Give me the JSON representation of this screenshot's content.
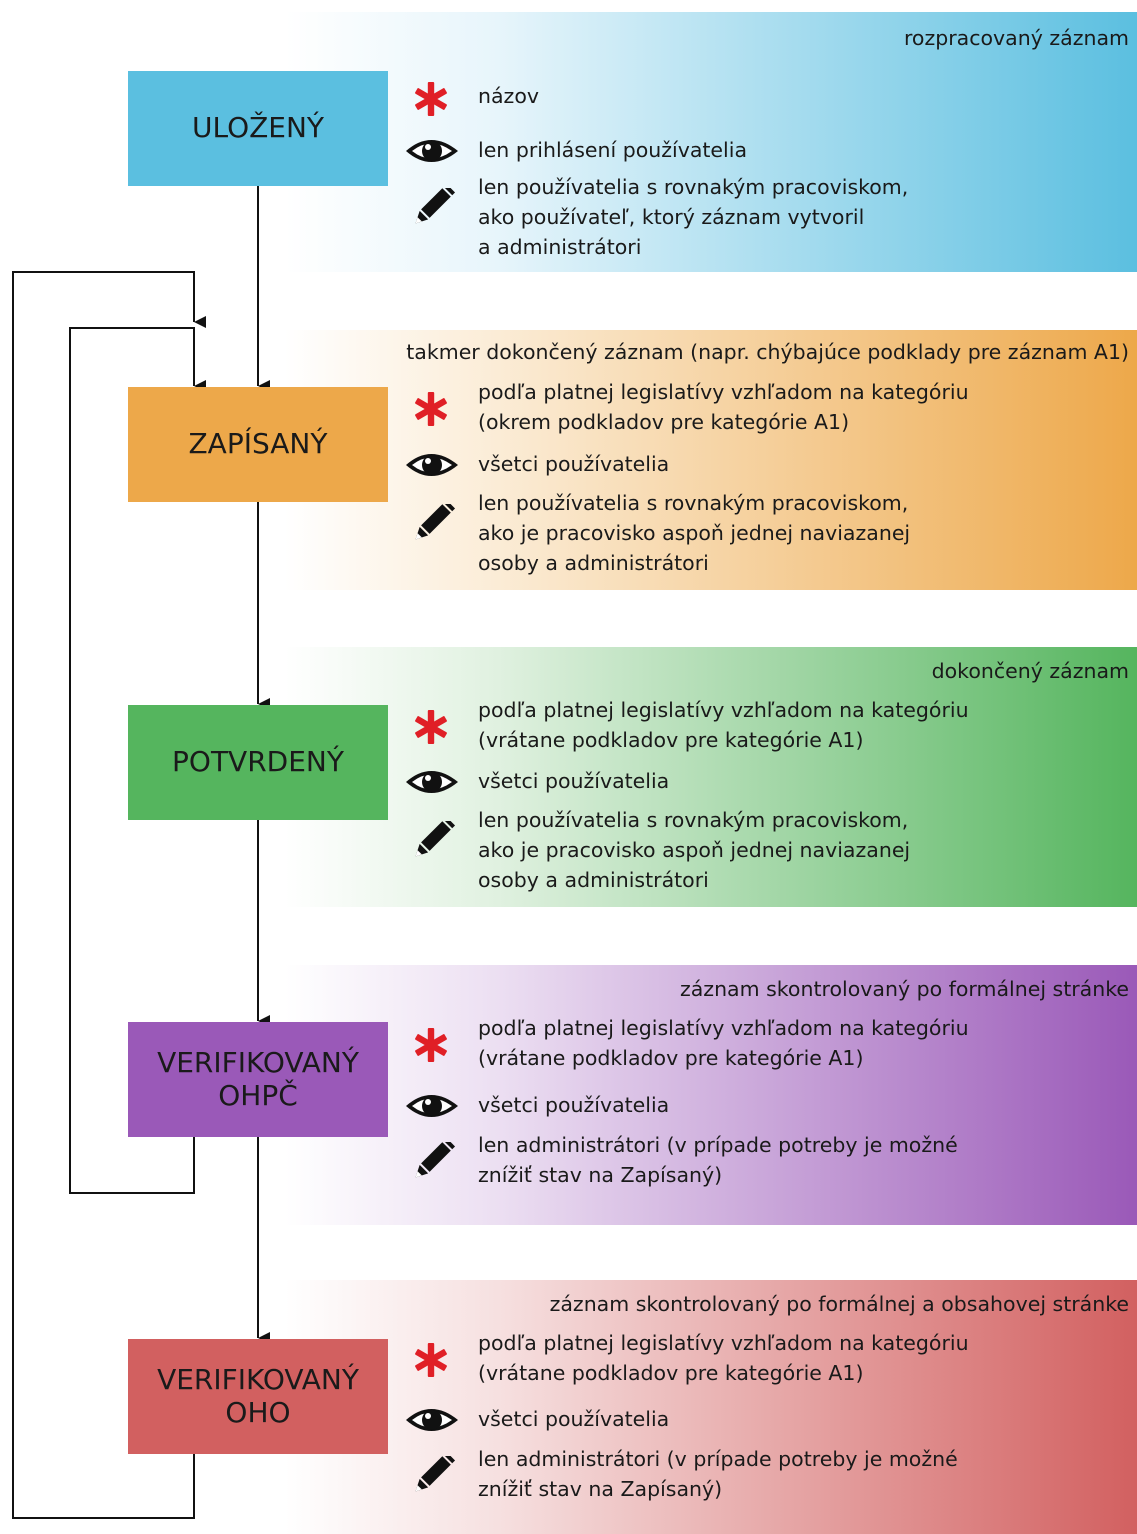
{
  "colors": {
    "ulozeny": "#5bbfe0",
    "zapisany": "#eda84a",
    "potvrdeny": "#55b55e",
    "verifikovany_ohpc": "#9a59b8",
    "verifikovany_oho": "#d26060",
    "asterisk": "#e01f26",
    "line": "#111111"
  },
  "states": [
    {
      "id": "ulozeny",
      "label": "ULOŽENÝ",
      "note": "rozpracovaný záznam",
      "required": "názov",
      "visibility": "len prihlásení používatelia",
      "editing": "len používatelia s rovnakým pracoviskom,\nako používateľ, ktorý záznam vytvoril\na administrátori"
    },
    {
      "id": "zapisany",
      "label": "ZAPÍSANÝ",
      "note": "takmer dokončený záznam (napr. chýbajúce podklady pre záznam A1)",
      "required": "podľa platnej legislatívy vzhľadom na kategóriu\n(okrem podkladov pre kategórie A1)",
      "visibility": "všetci používatelia",
      "editing": "len používatelia s rovnakým pracoviskom,\nako je pracovisko aspoň jednej naviazanej\nosoby a administrátori"
    },
    {
      "id": "potvrdeny",
      "label": "POTVRDENÝ",
      "note": "dokončený záznam",
      "required": "podľa platnej legislatívy vzhľadom na kategóriu\n(vrátane podkladov pre kategórie A1)",
      "visibility": "všetci používatelia",
      "editing": "len používatelia s rovnakým pracoviskom,\nako je pracovisko aspoň jednej naviazanej\nosoby a administrátori"
    },
    {
      "id": "verifikovany_ohpc",
      "label": "VERIFIKOVANÝ\nOHPČ",
      "note": "záznam skontrolovaný po formálnej stránke",
      "required": "podľa platnej legislatívy vzhľadom na kategóriu\n(vrátane podkladov pre kategórie A1)",
      "visibility": "všetci používatelia",
      "editing": "len administrátori (v prípade potreby je možné\nznížiť stav na Zapísaný)"
    },
    {
      "id": "verifikovany_oho",
      "label": "VERIFIKOVANÝ\nOHO",
      "note": "záznam skontrolovaný po formálnej a obsahovej stránke",
      "required": "podľa platnej legislatívy vzhľadom na kategóriu\n(vrátane podkladov pre kategórie A1)",
      "visibility": "všetci používatelia",
      "editing": "len administrátori (v prípade potreby je možné\nznížiť stav na Zapísaný)"
    }
  ],
  "icons": {
    "required": "asterisk-icon",
    "visibility": "eye-icon",
    "editing": "pencil-icon"
  }
}
